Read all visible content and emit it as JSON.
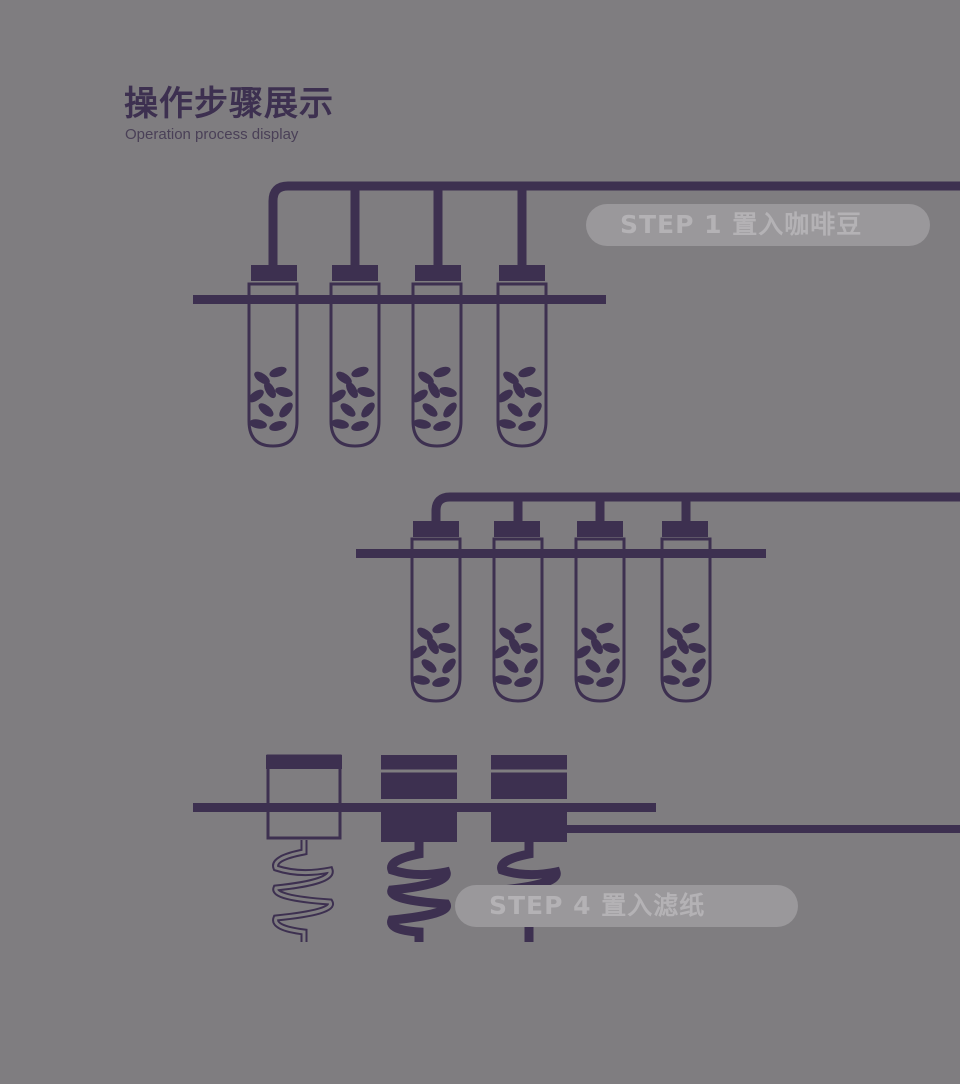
{
  "header": {
    "title": "操作步骤展示",
    "subtitle": "Operation process display"
  },
  "steps": [
    {
      "label": "STEP 1   置入咖啡豆"
    },
    {
      "label": "STEP 4   置入滤纸"
    }
  ],
  "colors": {
    "background": "#7f7d80",
    "ink": "#3d3050",
    "pill_bg": "#9a989b",
    "pill_text": "#b4b2b5"
  }
}
